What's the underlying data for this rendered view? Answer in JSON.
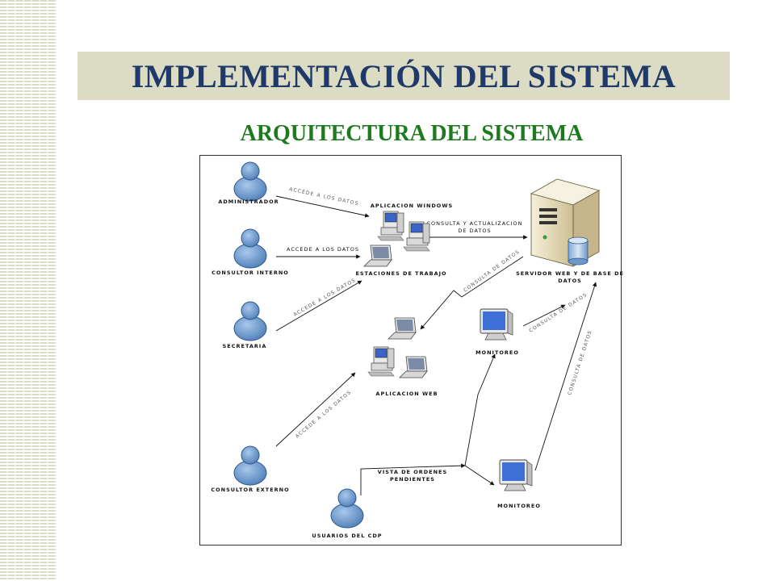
{
  "title": "IMPLEMENTACIÓN DEL SISTEMA",
  "subtitle": "ARQUITECTURA DEL SISTEMA",
  "nodes": {
    "administrador": "ADMINISTRADOR",
    "consultor_interno": "CONSULTOR INTERNO",
    "secretaria": "SECRETARIA",
    "consultor_externo": "CONSULTOR EXTERNO",
    "usuarios_cdp": "USUARIOS DEL CDP",
    "aplicacion_windows": "APLICACION WINDOWS",
    "estaciones_trabajo": "ESTACIONES DE TRABAJO",
    "aplicacion_web": "APLICACION WEB",
    "servidor_line1": "SERVIDOR WEB Y DE BASE DE",
    "servidor_line2": "DATOS",
    "monitoreo_1": "MONITOREO",
    "monitoreo_2": "MONITOREO",
    "vista_line1": "VISTA DE ORDENES",
    "vista_line2": "PENDIENTES"
  },
  "edges": {
    "admin": "ACCEDE A LOS DATOS",
    "interno": "ACCEDE A LOS DATOS",
    "secretaria": "ACCEDE A LOS DATOS",
    "externo": "ACCEDE A LOS DATOS",
    "actualizacion_line1": "CONSULTA Y ACTUALIZACION",
    "actualizacion_line2": "DE DATOS",
    "web_servidor": "CONSULTA DE DATOS",
    "monitoreo1_servidor": "CONSULTA DE DATOS",
    "monitoreo2_servidor": "CONSULTA DE DATOS"
  },
  "colors": {
    "title": "#1f3a68",
    "subtitle": "#1e7a1e",
    "band": "#dcdcc4",
    "person": "#6f9dd0"
  }
}
